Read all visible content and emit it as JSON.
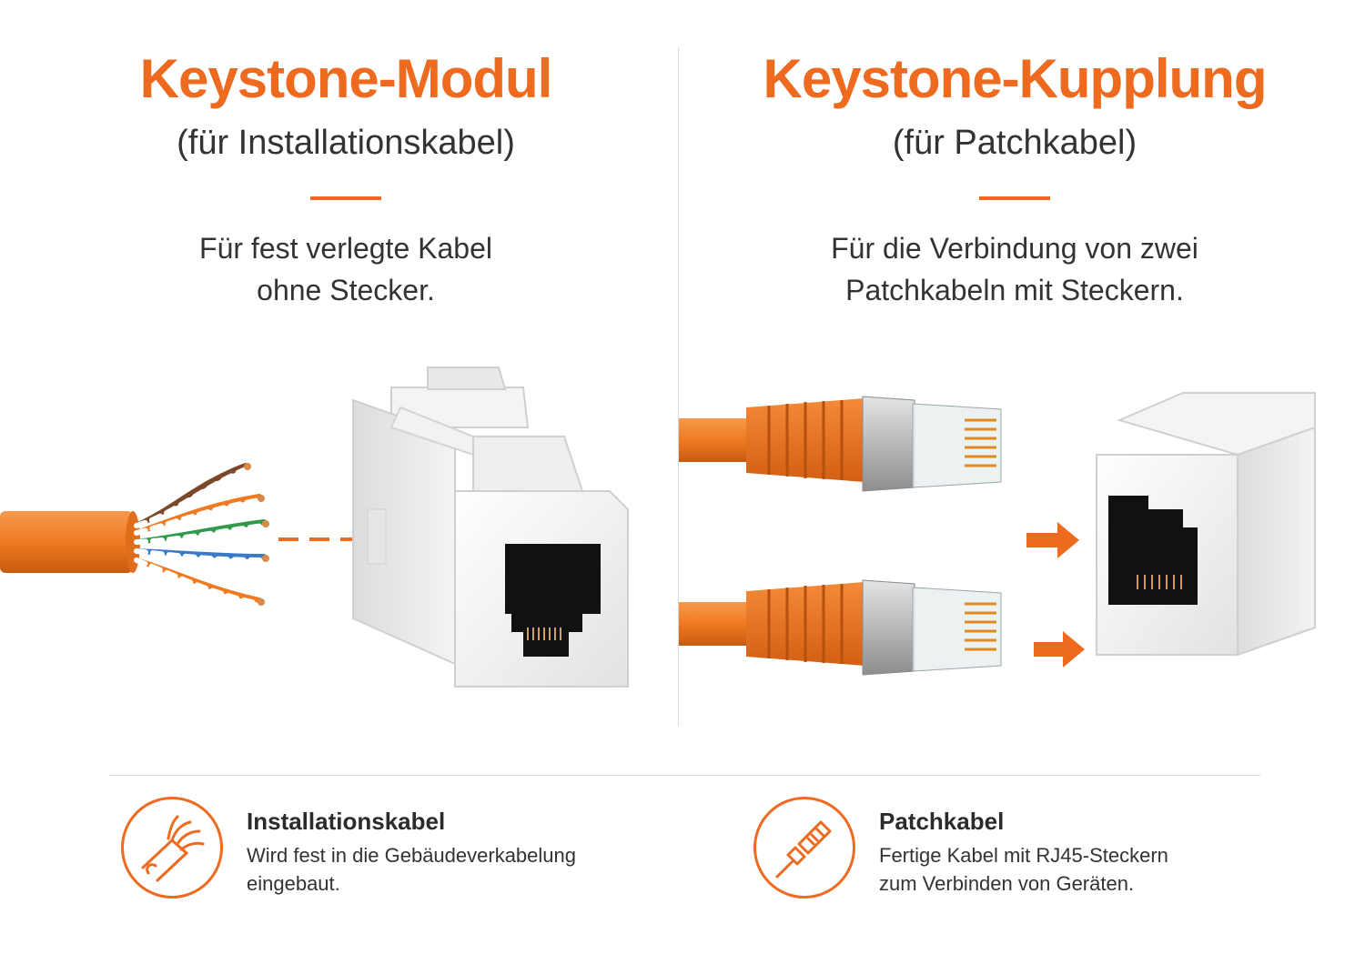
{
  "left": {
    "title": "Keystone-Modul",
    "subtitle": "(für Installationskabel)",
    "desc_line1": "Für fest verlegte Kabel",
    "desc_line2": "ohne Stecker."
  },
  "right": {
    "title": "Keystone-Kupplung",
    "subtitle": "(für Patchkabel)",
    "desc_line1": "Für die Verbindung von zwei",
    "desc_line2": "Patchkabeln mit Steckern."
  },
  "legend": [
    {
      "title": "Installationskabel",
      "line1": "Wird fest in die Gebäudeverkabelung",
      "line2": "eingebaut.",
      "icon": "cable-wires-icon"
    },
    {
      "title": "Patchkabel",
      "line1": "Fertige Kabel mit RJ45-Steckern",
      "line2": "zum Verbinden von Geräten.",
      "icon": "rj45-plug-icon"
    }
  ],
  "colors": {
    "accent": "#ee6a1f",
    "cable": "#f07a22",
    "module": "#efefef",
    "divider": "#d9d9d9"
  }
}
